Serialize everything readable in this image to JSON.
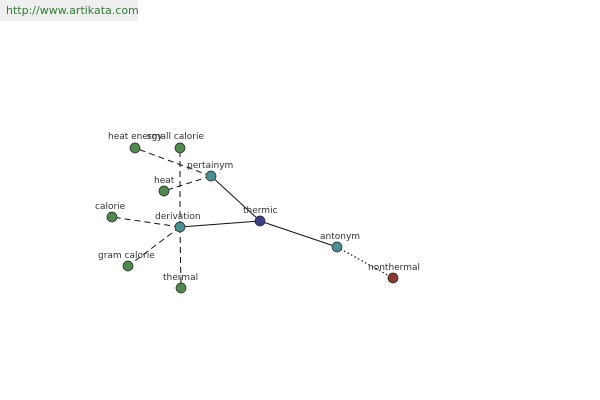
{
  "site": {
    "url_text": "http://www.artikata.com"
  },
  "graph": {
    "colors": {
      "leaf": "#4e8a4e",
      "relation": "#4a8f92",
      "center": "#3a3f8a",
      "antonym_leaf": "#8a3a2e"
    },
    "nodes": {
      "thermic": "thermic",
      "pertainym": "pertainym",
      "derivation": "derivation",
      "antonym": "antonym",
      "nonthermal": "nonthermal",
      "heat_energy": "heat energy",
      "small_calorie": "small calorie",
      "heat": "heat",
      "calorie": "calorie",
      "gram_calorie": "gram calorie",
      "thermal": "thermal"
    }
  }
}
